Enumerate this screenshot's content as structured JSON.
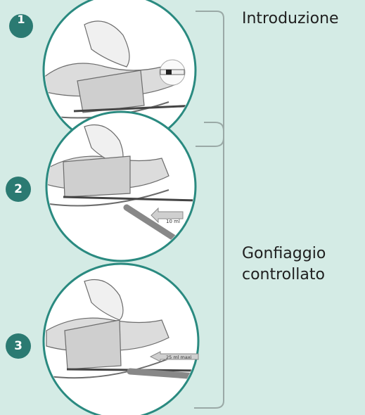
{
  "steps": [
    {
      "number": "1"
    },
    {
      "number": "2"
    },
    {
      "number": "3"
    }
  ],
  "labels": {
    "introduction": "Introduzione",
    "inflation_line1": "Gonfiaggio",
    "inflation_line2": "controllato"
  },
  "illustration_text": {
    "step2_volume": "10 ml",
    "step3_volume": "25 ml maxi"
  },
  "colors": {
    "background": "#d4ebe5",
    "step_badge": "#2b7a72",
    "bracket": "#9aa9a6",
    "circle_border": "#2a8a80"
  }
}
